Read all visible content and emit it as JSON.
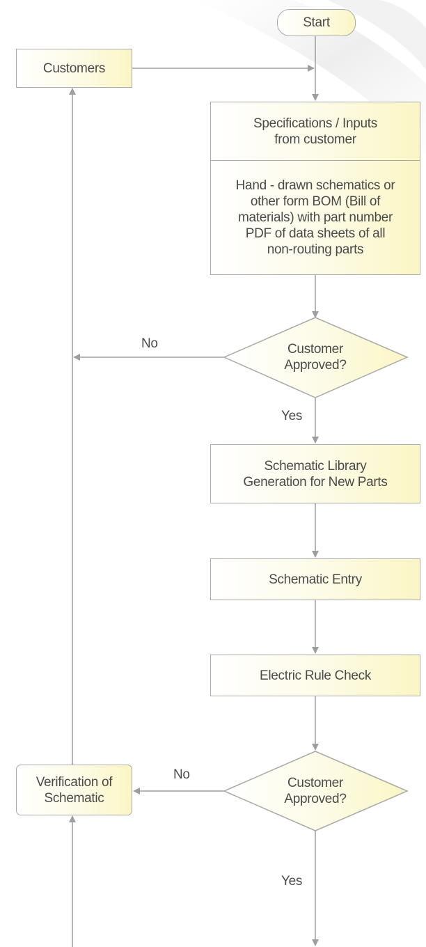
{
  "flowchart": {
    "start": "Start",
    "customers": "Customers",
    "spec_inputs": "Specifications / Inputs\nfrom customer",
    "spec_details": "Hand - drawn schematics or\nother form BOM (Bill of\nmaterials) with part number\nPDF of data sheets of all\nnon-routing parts",
    "decision_1": "Customer\nApproved?",
    "decision_1_no": "No",
    "decision_1_yes": "Yes",
    "library_gen": "Schematic Library\nGeneration for New Parts",
    "schematic_entry": "Schematic Entry",
    "erc": "Electric Rule Check",
    "decision_2": "Customer\nApproved?",
    "decision_2_no": "No",
    "decision_2_yes": "Yes",
    "verification": "Verification of\nSchematic"
  },
  "colors": {
    "border": "#a9a9a9",
    "connector": "#9e9e9e",
    "text": "#4a4a4a",
    "fill_light": "#ffffff",
    "fill_yellow": "#fbf6c4"
  }
}
